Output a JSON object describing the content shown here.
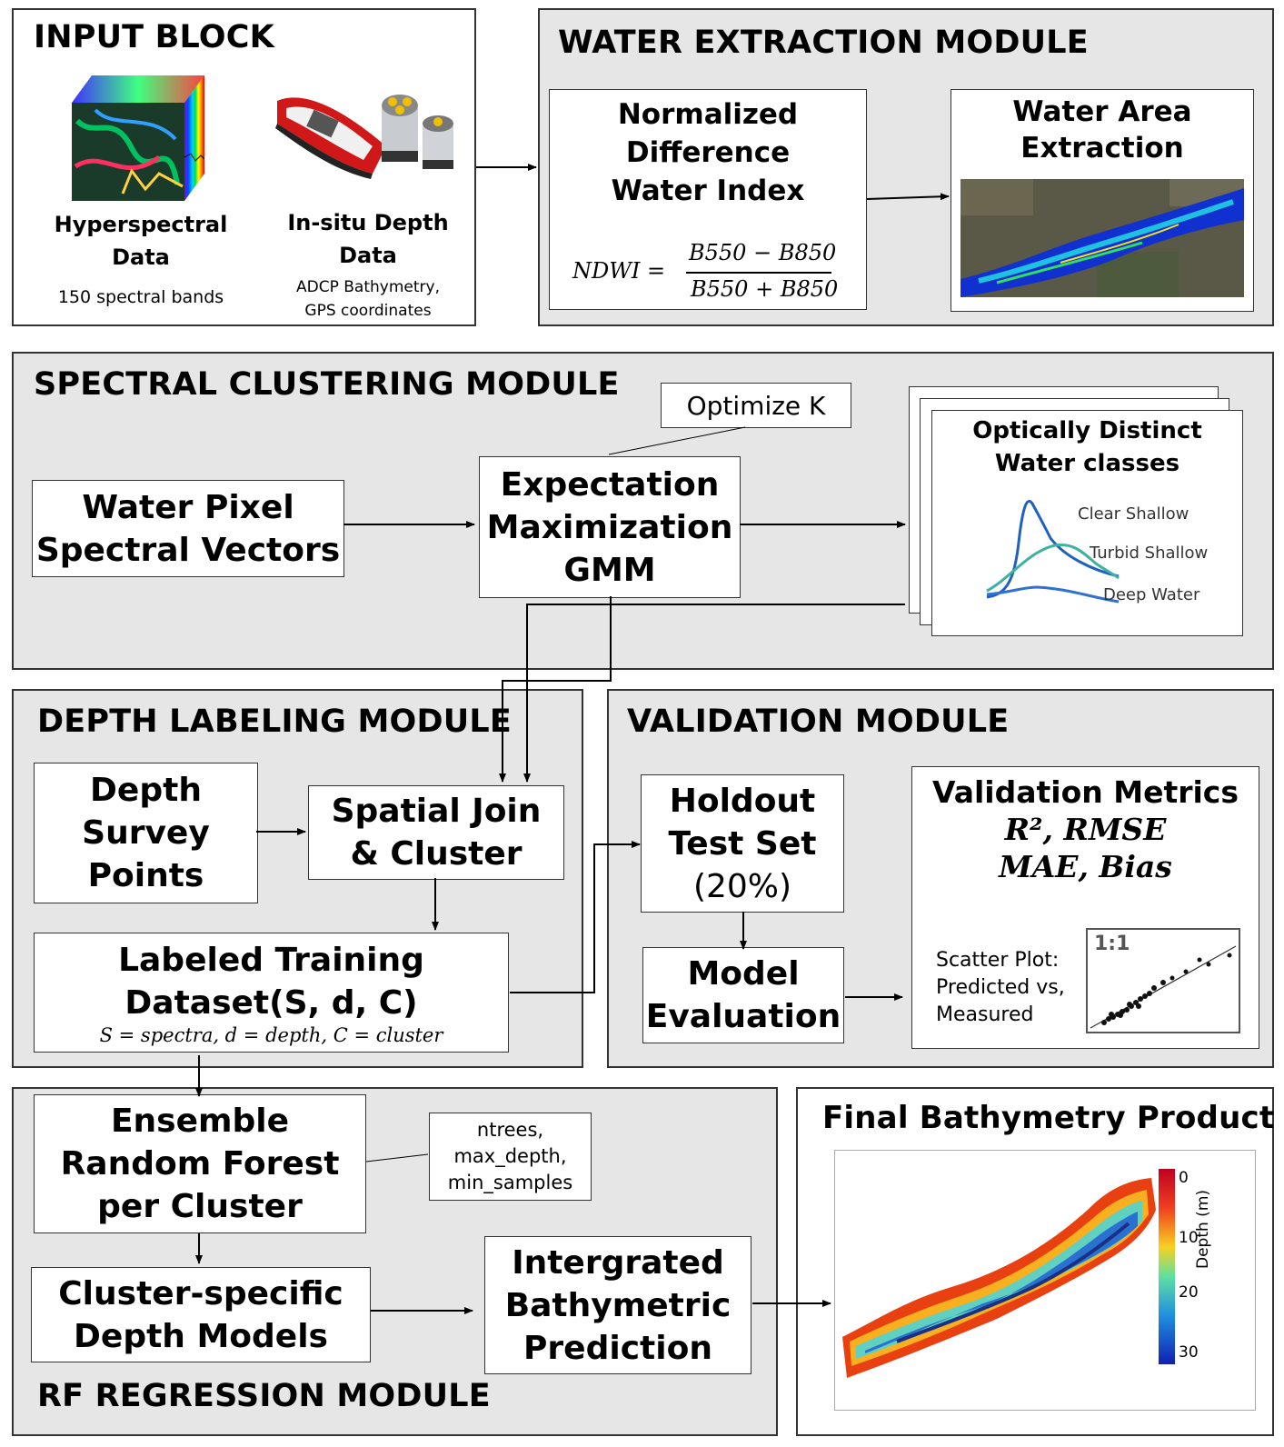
{
  "input_block": {
    "title": "INPUT BLOCK",
    "hyper_label_1": "Hyperspectral",
    "hyper_label_2": "Data",
    "hyper_sub": "150 spectral bands",
    "insitu_label_1": "In-situ Depth",
    "insitu_label_2": "Data",
    "insitu_sub_1": "ADCP Bathymetry,",
    "insitu_sub_2": "GPS coordinates"
  },
  "water_extraction": {
    "title": "WATER EXTRACTION MODULE",
    "ndwi_line1": "Normalized",
    "ndwi_line2": "Difference",
    "ndwi_line3": "Water Index",
    "formula_lhs": "NDWI =",
    "formula_num": "B550 − B850",
    "formula_den": "B550 + B850",
    "area_line1": "Water Area",
    "area_line2": "Extraction"
  },
  "spectral_clustering": {
    "title": "SPECTRAL CLUSTERING MODULE",
    "optimize": "Optimize K",
    "water_pixel_1": "Water Pixel",
    "water_pixel_2": "Spectral Vectors",
    "em_1": "Expectation",
    "em_2": "Maximization",
    "em_3": "GMM",
    "classes_1": "Optically Distinct",
    "classes_2": "Water classes",
    "curve_clear": "Clear Shallow",
    "curve_turbid": "Turbid Shallow",
    "curve_deep": "Deep Water"
  },
  "depth_labeling": {
    "title": "DEPTH LABELING MODULE",
    "survey_1": "Depth",
    "survey_2": "Survey",
    "survey_3": "Points",
    "join_1": "Spatial Join",
    "join_2": "& Cluster",
    "labeled_1": "Labeled Training",
    "labeled_2": "Dataset(S, d, C)",
    "labeled_sub": "S = spectra, d = depth, C = cluster"
  },
  "validation": {
    "title": "VALIDATION MODULE",
    "holdout_1": "Holdout",
    "holdout_2": "Test Set",
    "holdout_3": "(20%)",
    "model_eval_1": "Model",
    "model_eval_2": "Evaluation",
    "metrics_title": "Validation Metrics",
    "metrics_1": "R², RMSE",
    "metrics_2": "MAE, Bias",
    "scatter_1": "Scatter Plot:",
    "scatter_2": "Predicted vs,",
    "scatter_3": "Measured",
    "scatter_ratio": "1:1"
  },
  "rf_regression": {
    "title": "RF REGRESSION MODULE",
    "rf_1": "Ensemble",
    "rf_2": "Random Forest",
    "rf_3": "per Cluster",
    "params_1": "ntrees,",
    "params_2": "max_depth,",
    "params_3": "min_samples",
    "cluster_models_1": "Cluster-specific",
    "cluster_models_2": "Depth Models",
    "integrated_1": "Intergrated",
    "integrated_2": "Bathymetric",
    "integrated_3": "Prediction"
  },
  "final_product": {
    "title": "Final Bathymetry Product",
    "colorbar_label": "Depth (m)",
    "ticks": [
      "0",
      "10",
      "20",
      "30"
    ]
  }
}
